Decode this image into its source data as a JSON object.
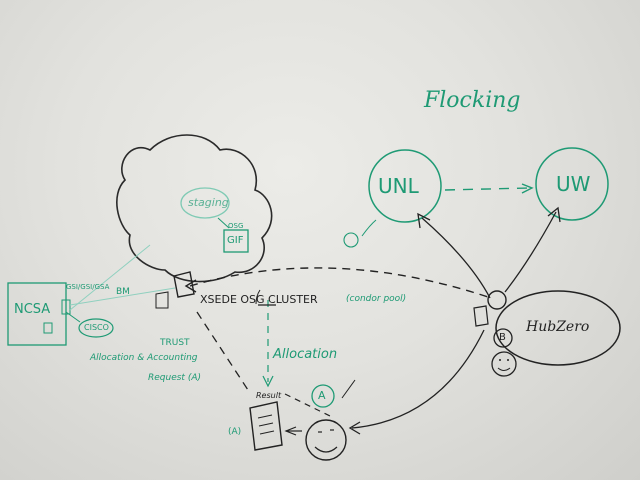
{
  "labels": {
    "flocking": "Flocking",
    "unl": "UNL",
    "uw": "UW",
    "staging": "staging",
    "gif": "GIF",
    "osg_small": "OSG",
    "ncsa": "NCSA",
    "gsi": "GSI/GSI/GSA",
    "bm": "BM",
    "cisco": "CISCO",
    "xsede_osg_cluster": "XSEDE OSG CLUSTER",
    "condor_pool": "(condor pool)",
    "trust": "TRUST",
    "alloc_accounting": "Allocation & Accounting",
    "request_a": "Request (A)",
    "allocation": "Allocation",
    "a_circle": "A",
    "a_paren": "(A)",
    "result": "Result",
    "hubzero": "HubZero",
    "b_circle": "B"
  },
  "colors": {
    "green": "#1e9a74",
    "black": "#222222",
    "board": "#e4e4e0"
  }
}
